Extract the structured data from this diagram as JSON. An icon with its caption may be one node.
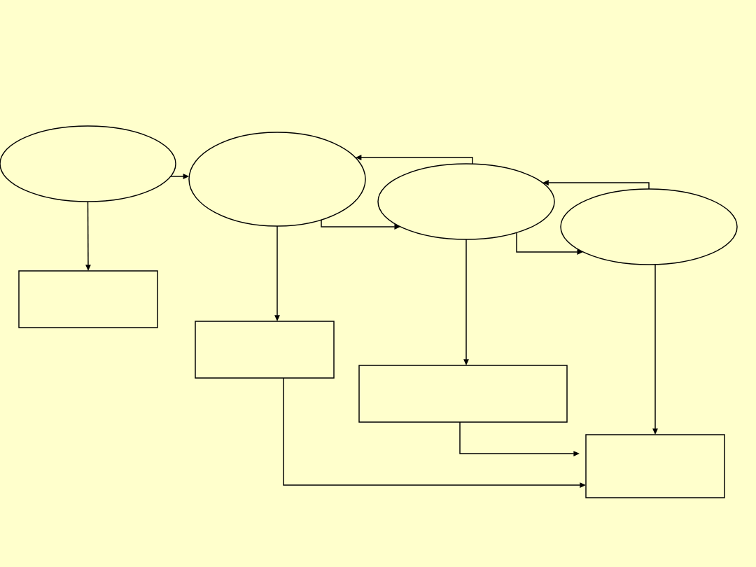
{
  "diagram": {
    "nodes": [
      {
        "text": [],
        "shape": "ellipse"
      },
      {
        "text": [],
        "shape": "ellipse"
      },
      {
        "text": [],
        "shape": "ellipse"
      },
      {
        "text": [],
        "shape": "ellipse"
      },
      {
        "text": [],
        "shape": "box"
      },
      {
        "text": [],
        "shape": "box"
      },
      {
        "text": [],
        "shape": "box"
      },
      {
        "text": [],
        "shape": "box"
      }
    ],
    "edges": [
      {
        "from": 0,
        "to": 1,
        "arrow": "to"
      },
      {
        "from": 0,
        "to": 4,
        "arrow": "to"
      },
      {
        "from": 1,
        "to": 5,
        "arrow": "to"
      },
      {
        "from": 1,
        "to": 2,
        "arrow": "to"
      },
      {
        "from": 2,
        "to": 1,
        "arrow": "to"
      },
      {
        "from": 2,
        "to": 6,
        "arrow": "to"
      },
      {
        "from": 2,
        "to": 3,
        "arrow": "to"
      },
      {
        "from": 3,
        "to": 2,
        "arrow": "to"
      },
      {
        "from": 3,
        "to": 7,
        "arrow": "to"
      },
      {
        "from": 6,
        "to": 7,
        "arrow": "to"
      },
      {
        "from": 5,
        "to": 7,
        "arrow": "to"
      }
    ]
  }
}
